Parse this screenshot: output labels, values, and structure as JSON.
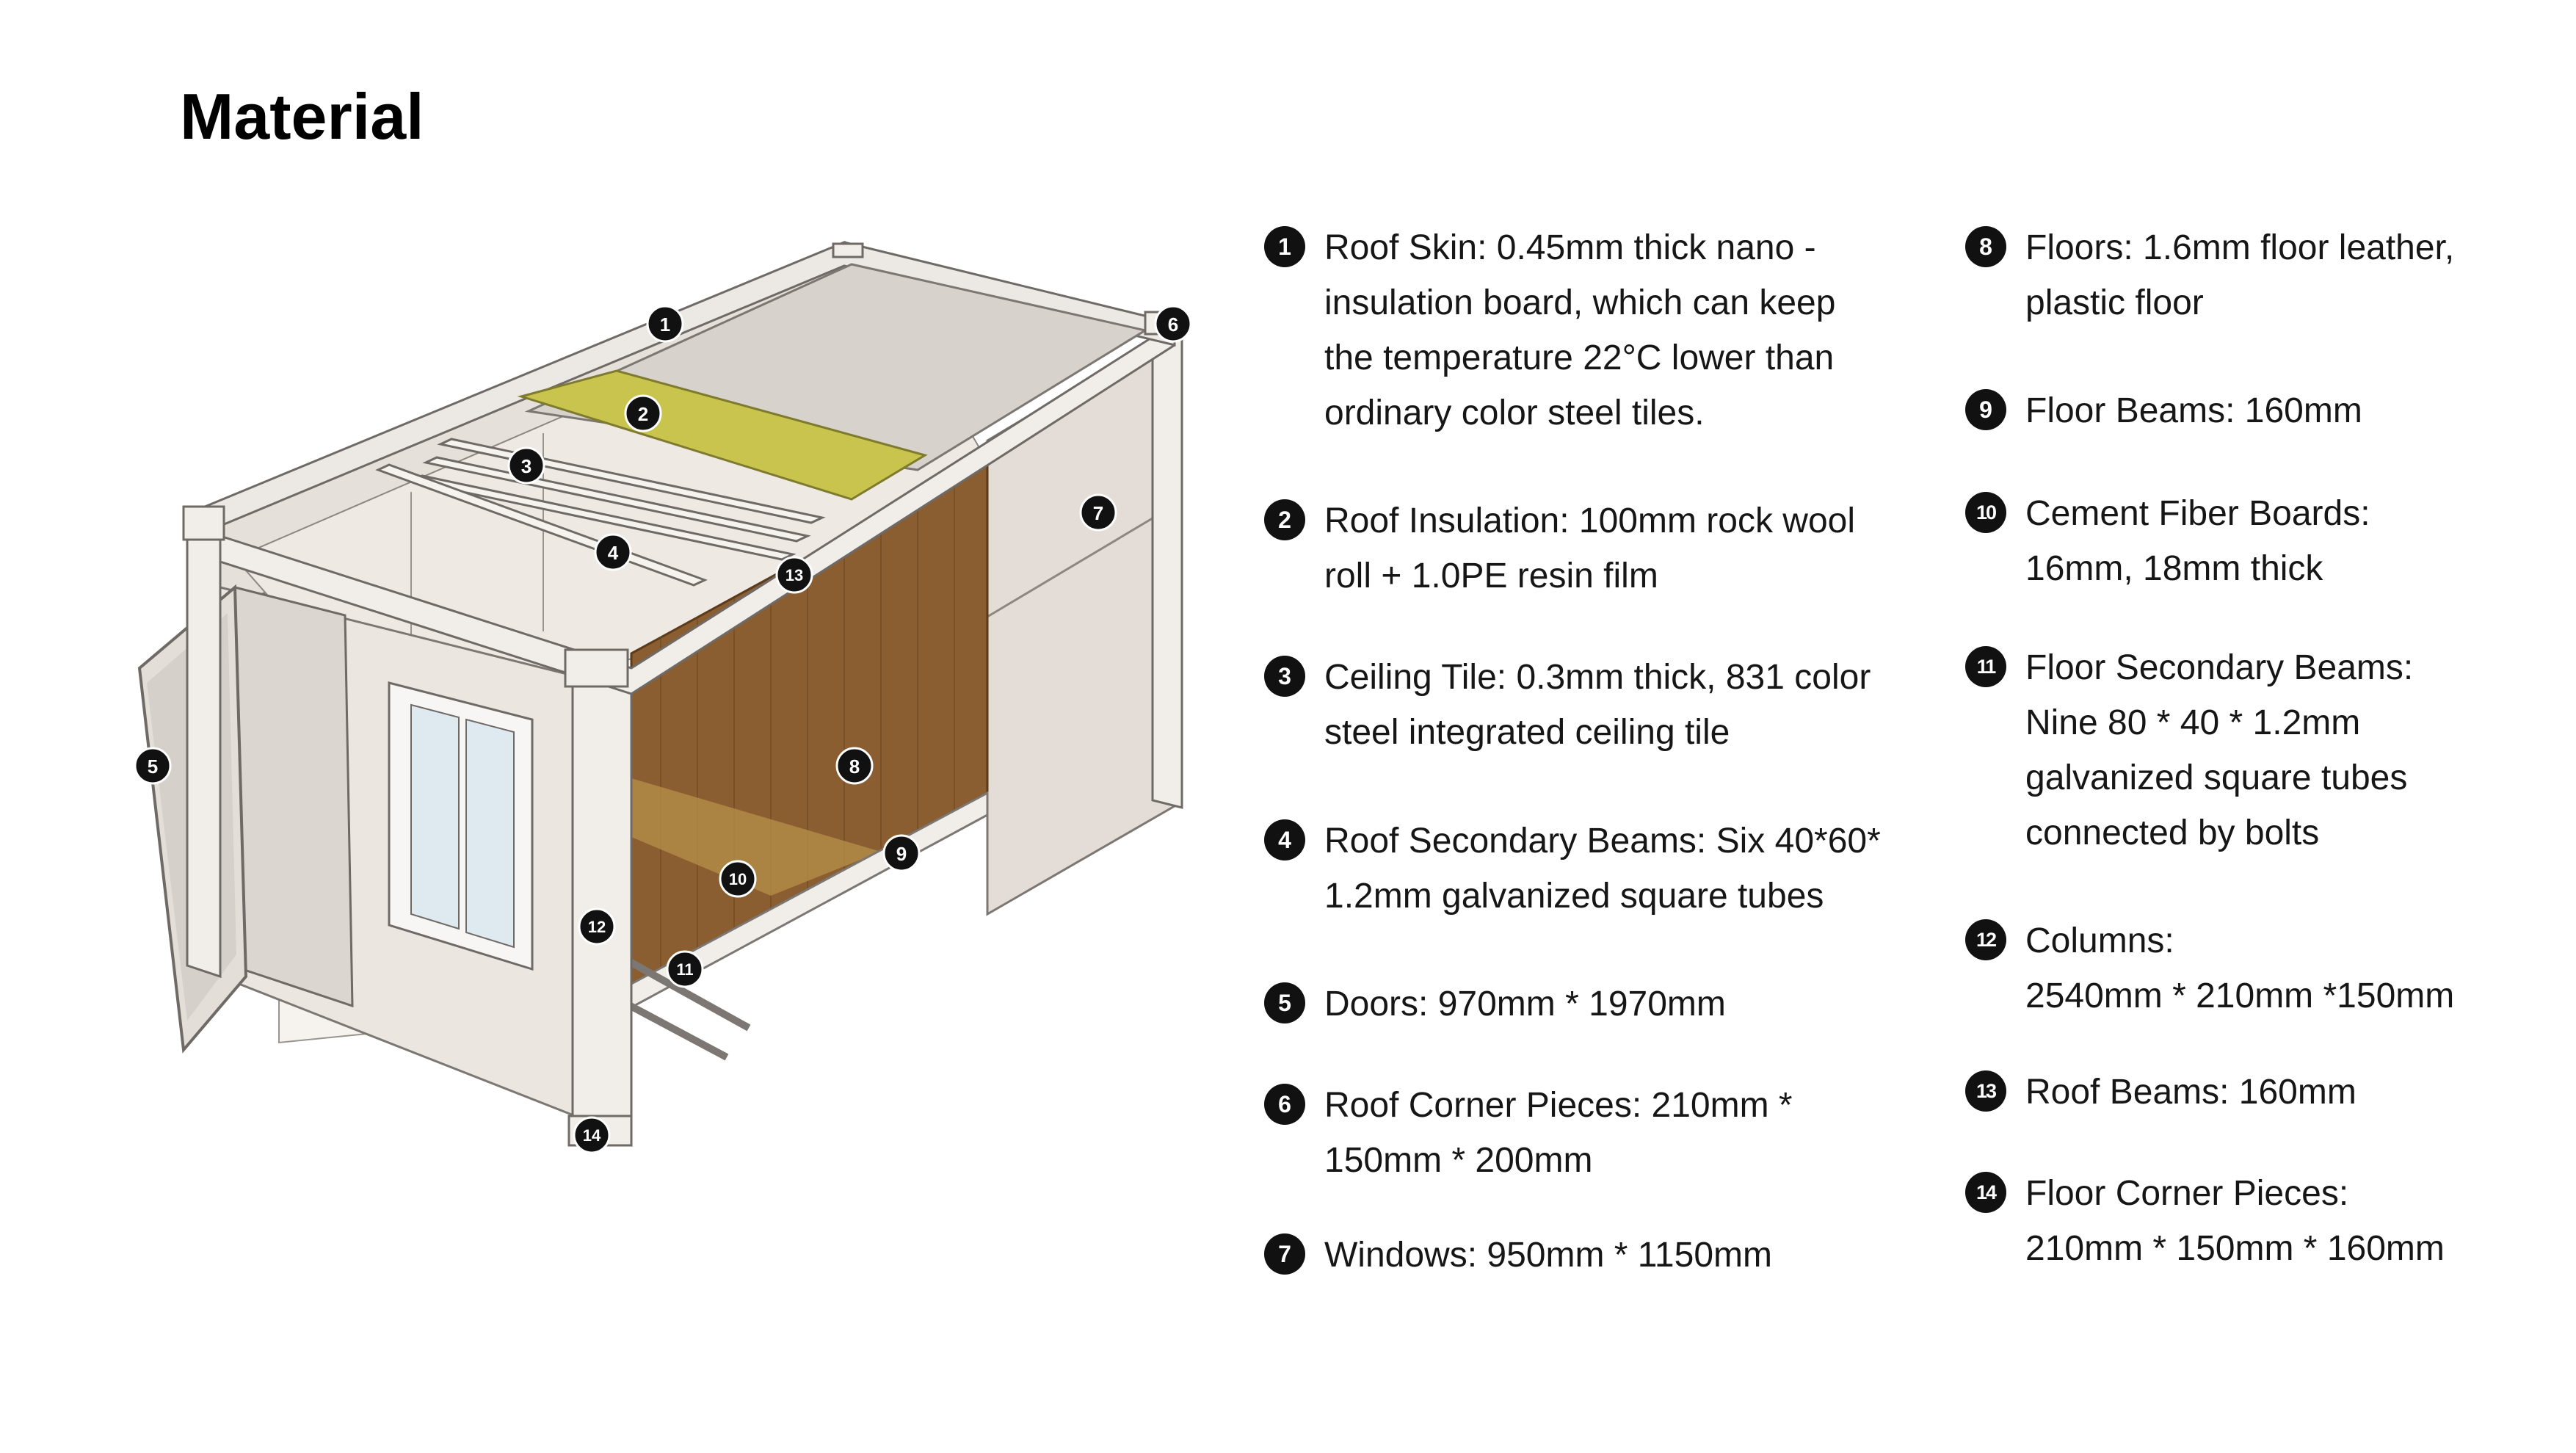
{
  "title": "Material",
  "colors": {
    "text": "#161616",
    "marker": "#111111",
    "wall": "#e4ddd7",
    "frame": "#f1eeea",
    "insulation": "#c8c44e",
    "floor": "#8a5e30"
  },
  "markers": [
    "1",
    "2",
    "3",
    "4",
    "5",
    "6",
    "7",
    "8",
    "9",
    "10",
    "11",
    "12",
    "13",
    "14"
  ],
  "specs": [
    {
      "num": "1",
      "lines": [
        "Roof Skin: 0.45mm thick nano -",
        "insulation board, which can keep",
        "the temperature 22°C lower than",
        "ordinary color steel tiles."
      ]
    },
    {
      "num": "2",
      "lines": [
        "Roof Insulation: 100mm rock wool",
        "roll + 1.0PE resin film"
      ]
    },
    {
      "num": "3",
      "lines": [
        "Ceiling Tile: 0.3mm thick, 831 color",
        "steel integrated ceiling tile"
      ]
    },
    {
      "num": "4",
      "lines": [
        "Roof Secondary Beams: Six 40*60*",
        "1.2mm galvanized square tubes"
      ]
    },
    {
      "num": "5",
      "lines": [
        "Doors: 970mm * 1970mm"
      ]
    },
    {
      "num": "6",
      "lines": [
        "Roof Corner Pieces: 210mm *",
        "150mm * 200mm"
      ]
    },
    {
      "num": "7",
      "lines": [
        "Windows: 950mm * 1150mm"
      ]
    },
    {
      "num": "8",
      "lines": [
        "Floors: 1.6mm floor leather,",
        "plastic floor"
      ]
    },
    {
      "num": "9",
      "lines": [
        "Floor Beams: 160mm"
      ]
    },
    {
      "num": "10",
      "lines": [
        "Cement Fiber Boards:",
        "16mm, 18mm thick"
      ]
    },
    {
      "num": "11",
      "lines": [
        "Floor Secondary Beams:",
        "Nine 80 * 40 * 1.2mm",
        "galvanized square tubes",
        "connected by bolts"
      ]
    },
    {
      "num": "12",
      "lines": [
        "Columns:",
        "2540mm * 210mm *150mm"
      ]
    },
    {
      "num": "13",
      "lines": [
        "Roof Beams: 160mm"
      ]
    },
    {
      "num": "14",
      "lines": [
        "Floor Corner Pieces:",
        "210mm * 150mm * 160mm"
      ]
    }
  ]
}
